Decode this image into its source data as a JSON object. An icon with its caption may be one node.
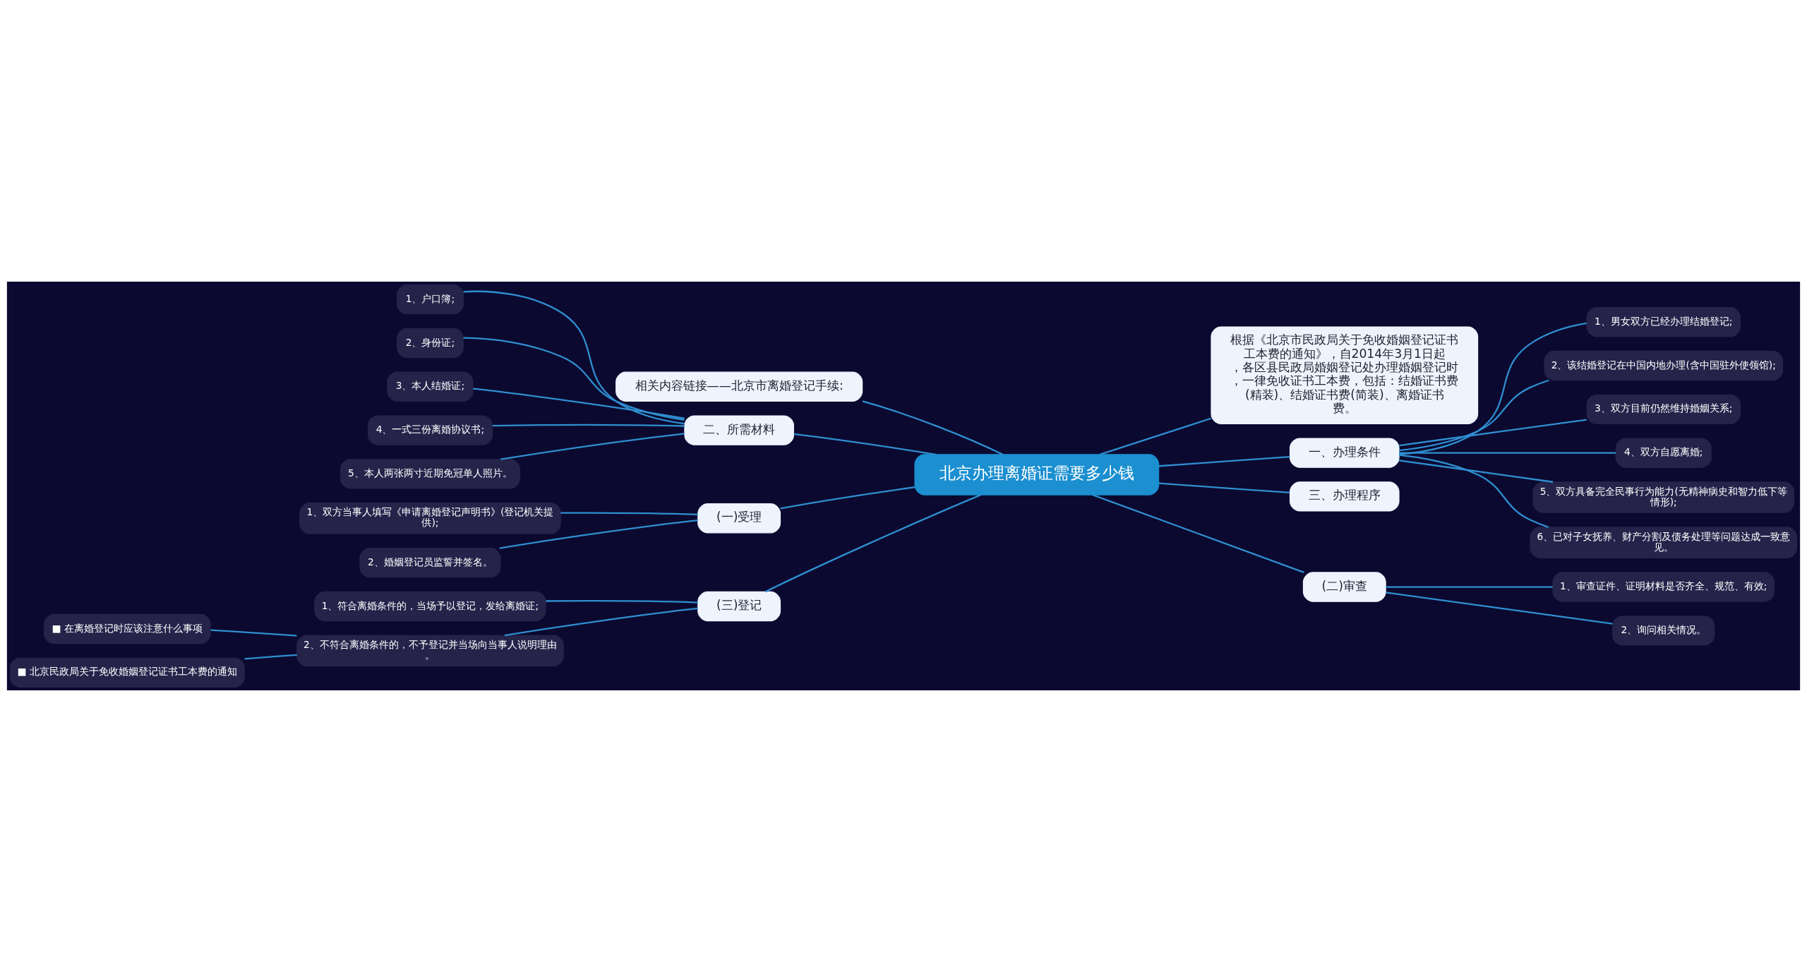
{
  "diagram": {
    "nodes": [
      {
        "text": [
          "北京办理离婚证需要多少钱"
        ]
      },
      {
        "text": [
          "相关内容链接——北京市离婚登记手续:"
        ]
      },
      {
        "text": [
          "二、所需材料"
        ]
      },
      {
        "text": [
          "1、户口簿;"
        ]
      },
      {
        "text": [
          "2、身份证;"
        ]
      },
      {
        "text": [
          "3、本人结婚证;"
        ]
      },
      {
        "text": [
          "4、一式三份离婚协议书;"
        ]
      },
      {
        "text": [
          "5、本人两张两寸近期免冠单人照片。"
        ]
      },
      {
        "text": [
          "(一)受理"
        ]
      },
      {
        "text": [
          "1、双方当事人填写《申请离婚登记声明书》(登记机关提供);"
        ]
      },
      {
        "text": [
          "2、婚姻登记员监誓并签名。"
        ]
      },
      {
        "text": [
          "(三)登记"
        ]
      },
      {
        "text": [
          "1、符合离婚条件的，当场予以登记，发给离婚证;"
        ]
      },
      {
        "text": [
          "2、不符合离婚条件的，不予登记并当场向当事人说明理由。"
        ]
      },
      {
        "text": [
          "■ 在离婚登记时应该注意什么事项"
        ]
      },
      {
        "text": [
          "■ 北京民政局关于免收婚姻登记证书工本费的通知"
        ]
      },
      {
        "text": [
          "根据《北京市民政局关于免收婚姻登记证书工本费的通知》，自2014年3月1日起，各区县民政局婚姻登记处办理婚姻登记时，一律免收证书工本费，包括：结婚证书费(精装)、结婚证书费(简装)、离婚证书费。"
        ]
      },
      {
        "text": [
          "一、办理条件"
        ]
      },
      {
        "text": [
          "1、男女双方已经办理结婚登记;"
        ]
      },
      {
        "text": [
          "2、该结婚登记在中国内地办理(含中国驻外使领馆);"
        ]
      },
      {
        "text": [
          "3、双方目前仍然维持婚姻关系;"
        ]
      },
      {
        "text": [
          "4、双方自愿离婚;"
        ]
      },
      {
        "text": [
          "5、双方具备完全民事行为能力(无精神病史和智力低下等情形);"
        ]
      },
      {
        "text": [
          "6、已对子女抚养、财产分割及债务处理等问题达成一致意见。"
        ]
      },
      {
        "text": [
          "三、办理程序"
        ]
      },
      {
        "text": [
          "(二)审查"
        ]
      },
      {
        "text": [
          "1、审查证件、证明材料是否齐全、规范、有效;"
        ]
      },
      {
        "text": [
          "2、询问相关情况。"
        ]
      }
    ],
    "edges": [
      {
        "from": 0,
        "to": 1,
        "arrow": "none"
      },
      {
        "from": 0,
        "to": 2,
        "arrow": "none"
      },
      {
        "from": 2,
        "to": 3,
        "arrow": "none"
      },
      {
        "from": 2,
        "to": 4,
        "arrow": "none"
      },
      {
        "from": 2,
        "to": 5,
        "arrow": "none"
      },
      {
        "from": 2,
        "to": 6,
        "arrow": "none"
      },
      {
        "from": 2,
        "to": 7,
        "arrow": "none"
      },
      {
        "from": 0,
        "to": 8,
        "arrow": "none"
      },
      {
        "from": 8,
        "to": 9,
        "arrow": "none"
      },
      {
        "from": 8,
        "to": 10,
        "arrow": "none"
      },
      {
        "from": 0,
        "to": 11,
        "arrow": "none"
      },
      {
        "from": 11,
        "to": 12,
        "arrow": "none"
      },
      {
        "from": 11,
        "to": 13,
        "arrow": "none"
      },
      {
        "from": 13,
        "to": 14,
        "arrow": "none"
      },
      {
        "from": 13,
        "to": 15,
        "arrow": "none"
      },
      {
        "from": 0,
        "to": 16,
        "arrow": "none"
      },
      {
        "from": 0,
        "to": 17,
        "arrow": "none"
      },
      {
        "from": 17,
        "to": 18,
        "arrow": "none"
      },
      {
        "from": 17,
        "to": 19,
        "arrow": "none"
      },
      {
        "from": 17,
        "to": 20,
        "arrow": "none"
      },
      {
        "from": 17,
        "to": 21,
        "arrow": "none"
      },
      {
        "from": 17,
        "to": 22,
        "arrow": "none"
      },
      {
        "from": 17,
        "to": 23,
        "arrow": "none"
      },
      {
        "from": 0,
        "to": 24,
        "arrow": "none"
      },
      {
        "from": 0,
        "to": 25,
        "arrow": "none"
      },
      {
        "from": 25,
        "to": 26,
        "arrow": "none"
      },
      {
        "from": 25,
        "to": 27,
        "arrow": "none"
      }
    ]
  }
}
